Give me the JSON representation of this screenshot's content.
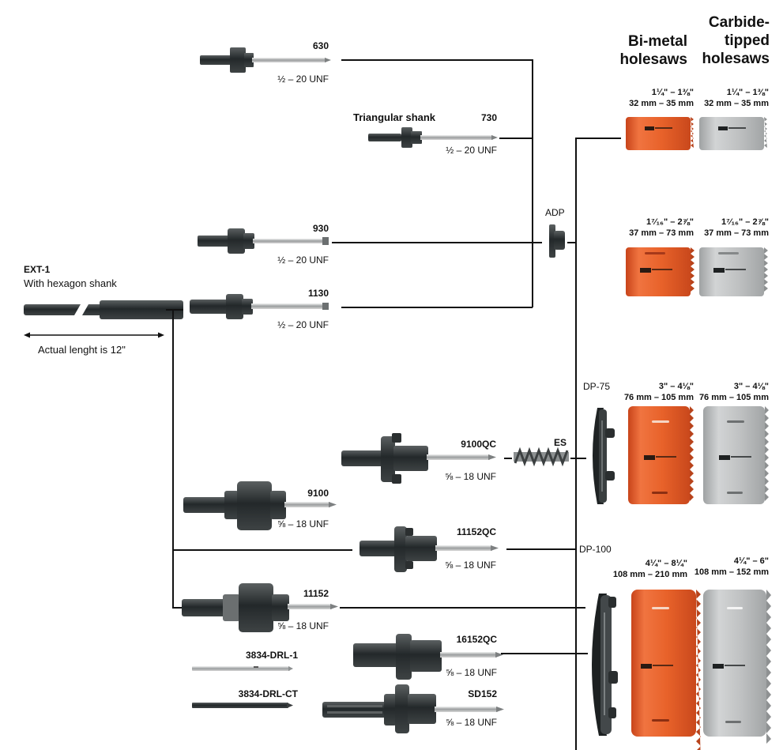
{
  "headers": {
    "bimetal": [
      "Bi-metal",
      "holesaws"
    ],
    "carbide": [
      "Carbide-",
      "tipped",
      "holesaws"
    ]
  },
  "extension": {
    "code": "EXT-1",
    "description": "With hexagon shank",
    "length_note": "Actual lenght is 12\""
  },
  "arbors": [
    {
      "code": "630",
      "thread": "½ – 20 UNF"
    },
    {
      "code": "730",
      "note": "Triangular shank",
      "thread": "½ – 20 UNF"
    },
    {
      "code": "930",
      "thread": "½ – 20 UNF"
    },
    {
      "code": "1130",
      "thread": "½ – 20 UNF"
    },
    {
      "code": "9100QC",
      "thread": "⅝ – 18 UNF"
    },
    {
      "code": "9100",
      "thread": "⅝ – 18 UNF"
    },
    {
      "code": "11152QC",
      "thread": "⅝ – 18 UNF"
    },
    {
      "code": "11152",
      "thread": "⅝ – 18 UNF"
    },
    {
      "code": "16152QC",
      "thread": "⅝ – 18 UNF"
    },
    {
      "code": "SD152",
      "thread": "⅝ – 18 UNF"
    }
  ],
  "drills": [
    {
      "code": "3834-DRL-1"
    },
    {
      "code": "3834-DRL-CT"
    }
  ],
  "accessories": {
    "adp": "ADP",
    "es": "ES",
    "dp75": "DP-75",
    "dp100": "DP-100"
  },
  "sizes": [
    {
      "bimetal": [
        "1¼\" – 1⅜\"",
        "32 mm – 35 mm"
      ],
      "carbide": [
        "1¼\" – 1⅜\"",
        "32 mm – 35 mm"
      ]
    },
    {
      "bimetal": [
        "1⁷⁄₁₆\" – 2⅞\"",
        "37 mm – 73 mm"
      ],
      "carbide": [
        "1⁷⁄₁₆\" – 2⅞\"",
        "37 mm – 73 mm"
      ]
    },
    {
      "bimetal": [
        "3\" – 4⅛\"",
        "76 mm – 105 mm"
      ],
      "carbide": [
        "3\" – 4⅛\"",
        "76 mm – 105 mm"
      ]
    },
    {
      "bimetal": [
        "4¼\" – 8¼\"",
        "108 mm – 210 mm"
      ],
      "carbide": [
        "4¼\" – 6\"",
        "108 mm – 152 mm"
      ]
    }
  ],
  "colors": {
    "bimetal": "#e8622a",
    "carbide": "#b9bcbd",
    "tool_dark": "#2b2f30",
    "line": "#111111"
  }
}
